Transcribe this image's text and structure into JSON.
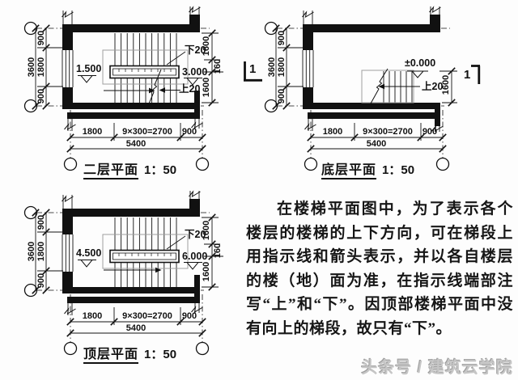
{
  "watermark": "头条号 / 建筑云学院",
  "paragraph": "在楼梯平面图中，为了表示各个楼层的楼梯的上下方向，可在梯段上用指示线和箭头表示，并以各自楼层的楼（地）面为准，在指示线端部注写“上”和“下”。因顶部楼梯平面中没有向上的梯段，故只有“下”。",
  "colors": {
    "line": "#111111",
    "stair_outline_gray": "#9e9e9e",
    "watermark_gray": "#c6c6c6"
  },
  "plans": {
    "second": {
      "title": "二层平面",
      "scale": "1：50",
      "dim_left_total": "3600",
      "dim_left": [
        "900",
        "1800",
        "900"
      ],
      "dim_right": [
        "1600",
        "160",
        "1600"
      ],
      "dim_bottom": [
        "1800",
        "9×300=2700",
        "900"
      ],
      "dim_bottom_total": "5400",
      "label_down": "下20",
      "label_up": "上20",
      "elev_left": "1.500",
      "elev_right": "3.000"
    },
    "ground": {
      "title": "底层平面",
      "scale": "1：50",
      "dim_left_total": "3600",
      "dim_left": [
        "900",
        "1800",
        "900"
      ],
      "dim_right": [
        "1600"
      ],
      "dim_bottom": [
        "1800",
        "9×300=2700",
        "900"
      ],
      "dim_bottom_total": "5400",
      "label_up": "上20",
      "elev": "±0.000",
      "section_label": "1"
    },
    "top": {
      "title": "顶层平面",
      "scale": "1：50",
      "dim_left_total": "3600",
      "dim_left": [
        "900",
        "1800",
        "900"
      ],
      "dim_right": [
        "1600",
        "160",
        "1600"
      ],
      "dim_bottom": [
        "1800",
        "9×300=2700",
        "900"
      ],
      "dim_bottom_total": "5400",
      "label_down": "下20",
      "elev_left": "4.500",
      "elev_right": "6.000"
    }
  }
}
